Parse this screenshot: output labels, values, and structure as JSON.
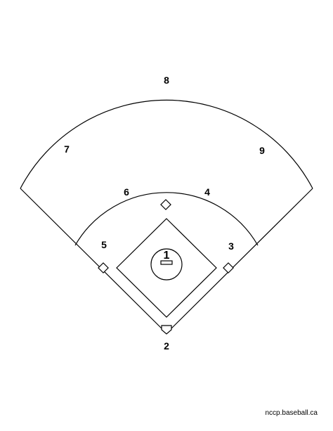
{
  "positions": {
    "pitcher": "1",
    "catcher": "2",
    "first_base": "3",
    "second_base": "4",
    "third_base": "5",
    "shortstop": "6",
    "left_field": "7",
    "center_field": "8",
    "right_field": "9"
  },
  "credit": "nccp.baseball.ca"
}
